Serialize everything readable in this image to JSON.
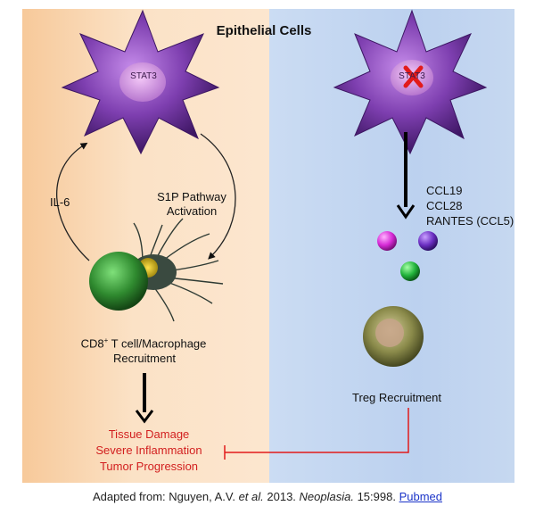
{
  "title": "Epithelial Cells",
  "left_panel": {
    "cell_nucleus_label": "STAT3",
    "il6_label": "IL-6",
    "s1p_label_line1": "S1P Pathway",
    "s1p_label_line2": "Activation",
    "recruit_line1_pre": "CD8",
    "recruit_line1_sup": "+",
    "recruit_line1_post": " T cell/Macrophage",
    "recruit_line2": "Recruitment",
    "outcomes": [
      "Tissue Damage",
      "Severe Inflammation",
      "Tumor Progression"
    ]
  },
  "right_panel": {
    "cell_nucleus_label": "STAT3",
    "chemokines": [
      "CCL19",
      "CCL28",
      "RANTES (CCL5)"
    ],
    "treg_label": "Treg Recruitment"
  },
  "caption": {
    "prefix": "Adapted from: Nguyen, A.V. ",
    "etal": "et al.",
    "year": " 2013. ",
    "journal": "Neoplasia.",
    "citation": " 15:998. ",
    "link_text": "Pubmed"
  },
  "colors": {
    "left_bg": "#fbdcbc",
    "right_bg": "#c3d7f2",
    "cell_purple": "#7a3fa6",
    "inhibit_red": "#e21b1b",
    "caption_link": "#1a33c8"
  }
}
